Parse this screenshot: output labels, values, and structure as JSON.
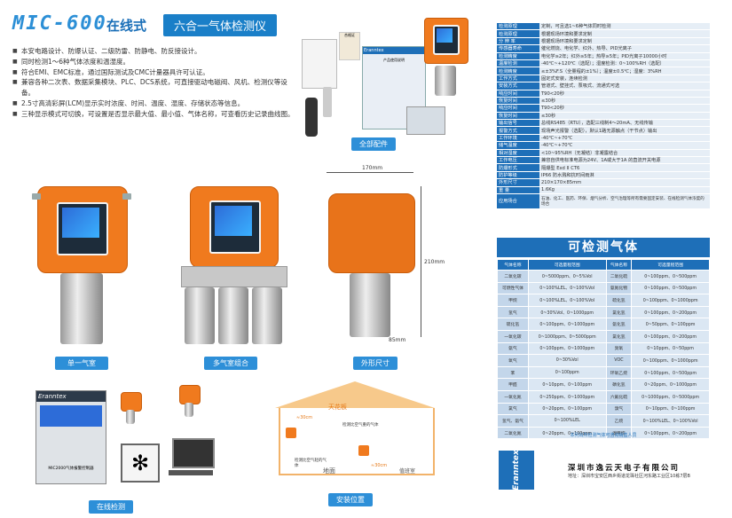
{
  "header": {
    "model": "MIC-600",
    "online": "在线式",
    "subtitle": "六合一气体检测仪"
  },
  "bullets": [
    "本安电路设计、防爆认证、二级防雷、防静电、防反接设计。",
    "同时检测1～6种气体浓度和温湿度。",
    "符合EMI、EMC标准，通过国际测试及CMC计量器具许可认证。",
    "兼容各种二次表、数据采集模块、PLC、DCS系统，可直接驱动电磁阀、风机、检测仪等设备。",
    "2.5寸高清彩屏(LCM)显示实时浓度、时间、温度、湿度、存储状态等信息。",
    "三种显示模式可切换，可设置是否显示最大值、最小值、气体名称，可查看历史记录曲线图。"
  ],
  "captions": {
    "all_parts": "全部配件",
    "single": "单一气室",
    "multi": "多气室组合",
    "dims": "外形尺寸",
    "online": "在线检测",
    "install": "安装位置"
  },
  "dims": {
    "w": "170mm",
    "h": "210mm",
    "d": "85mm"
  },
  "accessories": {
    "manual_title": "产品使用说明",
    "box_brand": "Eranntex",
    "cert": "合格证"
  },
  "controller": {
    "brand": "Eranntex",
    "name": "MIC2000气体报警控制器"
  },
  "install": {
    "ceiling": "天花板",
    "ground": "地面",
    "valve": "值班室",
    "d1": "≈30cm",
    "d2": "≈30cm",
    "light": "检测比空气轻的气体",
    "heavy": "检测比空气重的气体"
  },
  "specs": [
    [
      "检测原理",
      "定制，可且选1~6种气体同时检测"
    ],
    [
      "检测原理",
      "根据现场环境和要求定制"
    ],
    [
      "分 辨 率",
      "根据现场环境和要求定制"
    ],
    [
      "传感器寿命",
      "催化燃烧、电化学、红外、热导、PID光离子"
    ],
    [
      "检测精度",
      "电化学≥2年；红外≥5年；热导≥5年；PID光离子10000小时"
    ],
    [
      "温度检测",
      "-40℃~+120℃（选配）；湿度检测：0~100%RH（选配）"
    ],
    [
      "检测精度",
      "≤±3%F.S（全量程的±1%）；温度±0.5℃；湿度：3%RH"
    ],
    [
      "工作方式",
      "固定式安装，连续检测"
    ],
    [
      "安装方式",
      "管道式、壁挂式、泵吸式、流通式可选"
    ],
    [
      "响应时间",
      "T90<20秒"
    ],
    [
      "恢复时间",
      "≤30秒"
    ],
    [
      "响应时间",
      "T90<20秒"
    ],
    [
      "恢复时间",
      "≤30秒"
    ],
    [
      "输出信号",
      "总线RS485（RTU），选配三线制4～20mA、无线传输"
    ],
    [
      "报警方式",
      "现场声光报警（选配），默认1路无源触点（干节点）输出"
    ],
    [
      "工作环境",
      "-40℃~+70℃"
    ],
    [
      "储气温度",
      "-40℃~+70℃"
    ],
    [
      "相对湿度",
      "<10~95%RH（无凝结）非凝露结合"
    ],
    [
      "工作电压",
      "兼容自供电标准电源为24V、1A或大于1A 的直流开关电源"
    ],
    [
      "防爆形式",
      "隔爆型  Exd II CT6"
    ],
    [
      "防护等级",
      "IP66 防水溅和抗时间雨淋"
    ],
    [
      "外形尺寸",
      "210×170×85mm"
    ],
    [
      "重    量",
      "1.6Kg"
    ],
    [
      "应用场合",
      "石油、化工、医药、环保、烟气分析、空气治理等所有需要固定安装、在线检测气体浓度的场合"
    ]
  ],
  "gas_title": "可检测气体",
  "gas_header": [
    "气体名称",
    "可选量程范围",
    "气体名称",
    "可选量程范围"
  ],
  "gas_rows": [
    [
      "二氧化碳",
      "0~5000ppm、0~5%Vol",
      "二氧化硫",
      "0~100ppm、0~500ppm"
    ],
    [
      "可燃性气体",
      "0~100%LEL、0~100%Vol",
      "氨氮化物",
      "0~100ppm、0~500ppm"
    ],
    [
      "甲烷",
      "0~100%LEL、0~100%Vol",
      "硫化氢",
      "0~100ppm、0~1000ppm"
    ],
    [
      "氢气",
      "0~30%Vol、0~1000ppm",
      "氯化氢",
      "0~100ppm、0~200ppm"
    ],
    [
      "硫化氢",
      "0~100ppm、0~1000ppm",
      "氨化氢",
      "0~50ppm、0~100ppm"
    ],
    [
      "一氧化碳",
      "0~1000ppm、0~5000ppm",
      "氯化氢",
      "0~100ppm、0~200ppm"
    ],
    [
      "氨气",
      "0~100ppm、0~1000ppm",
      "臭氧",
      "0~10ppm、0~50ppm"
    ],
    [
      "氧气",
      "0~30%Vol",
      "VOC",
      "0~100ppm、0~1000ppm"
    ],
    [
      "苯",
      "0~100ppm",
      "环氧乙烷",
      "0~100ppm、0~500ppm"
    ],
    [
      "甲醛",
      "0~10ppm、0~100ppm",
      "磷化氢",
      "0~20ppm、0~1000ppm"
    ],
    [
      "一氧化氮",
      "0~250ppm、0~1000ppm",
      "六氟化硫",
      "0~1000ppm、0~5000ppm"
    ],
    [
      "氯气",
      "0~20ppm、0~100ppm",
      "溴气",
      "0~10ppm、0~100ppm"
    ],
    [
      "氢气、氨气",
      "0~100%LEL",
      "乙烷",
      "0~100%LEL、0~100%Vol"
    ],
    [
      "二氧化氮",
      "0~20ppm、0~100ppm",
      "溴甲烷",
      "0~100ppm、0~200ppm"
    ]
  ],
  "gas_note": "本列出所检测气体可咨询销售人员",
  "company": "深圳市逸云天电子有限公司",
  "address": "地址：深圳市宝安区西乡街道龙珠社区河东路工业区10栋7层B",
  "logo": "Eranntex"
}
